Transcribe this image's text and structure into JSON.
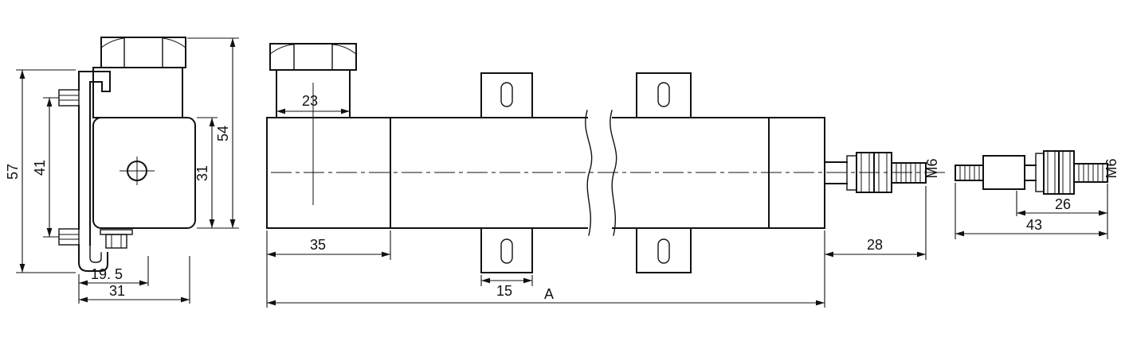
{
  "colors": {
    "line": "#111111",
    "background": "#ffffff"
  },
  "side_view": {
    "dim_total_height": "57",
    "dim_hole_spacing": "41",
    "dim_height_with_nut": "54",
    "dim_body_height": "31",
    "dim_offset": "19. 5",
    "dim_width": "31"
  },
  "front_view": {
    "dim_bush_width": "23",
    "dim_head_length": "35",
    "dim_foot_width": "15",
    "dim_body_length": "A",
    "dim_rod_extension": "28",
    "thread_spec": "M6"
  },
  "rod_detail": {
    "dim_thread_length": "26",
    "dim_total_length": "43",
    "thread_spec": "M6"
  }
}
